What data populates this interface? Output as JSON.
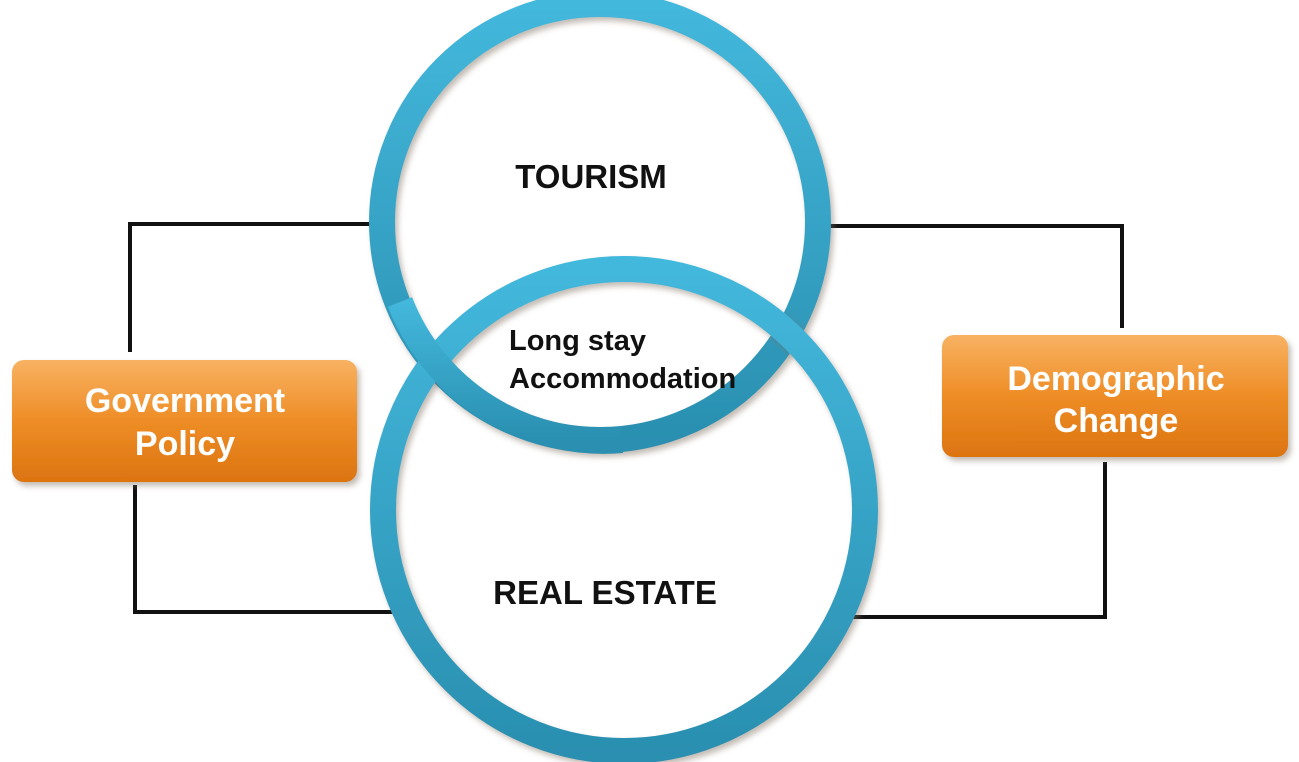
{
  "diagram": {
    "top_circle": {
      "label": "TOURISM"
    },
    "bottom_circle": {
      "label": "REAL ESTATE"
    },
    "overlap": {
      "line1": "Long stay",
      "line2": "Accommodation"
    },
    "left_box": {
      "line1": "Government",
      "line2": "Policy"
    },
    "right_box": {
      "line1": "Demographic",
      "line2": "Change"
    }
  },
  "colors": {
    "ring_outer": "#2b93b4",
    "ring_inner": "#3fb3d6",
    "box_top": "#f6a54a",
    "box_bottom": "#e07a12",
    "connector": "#111111"
  }
}
